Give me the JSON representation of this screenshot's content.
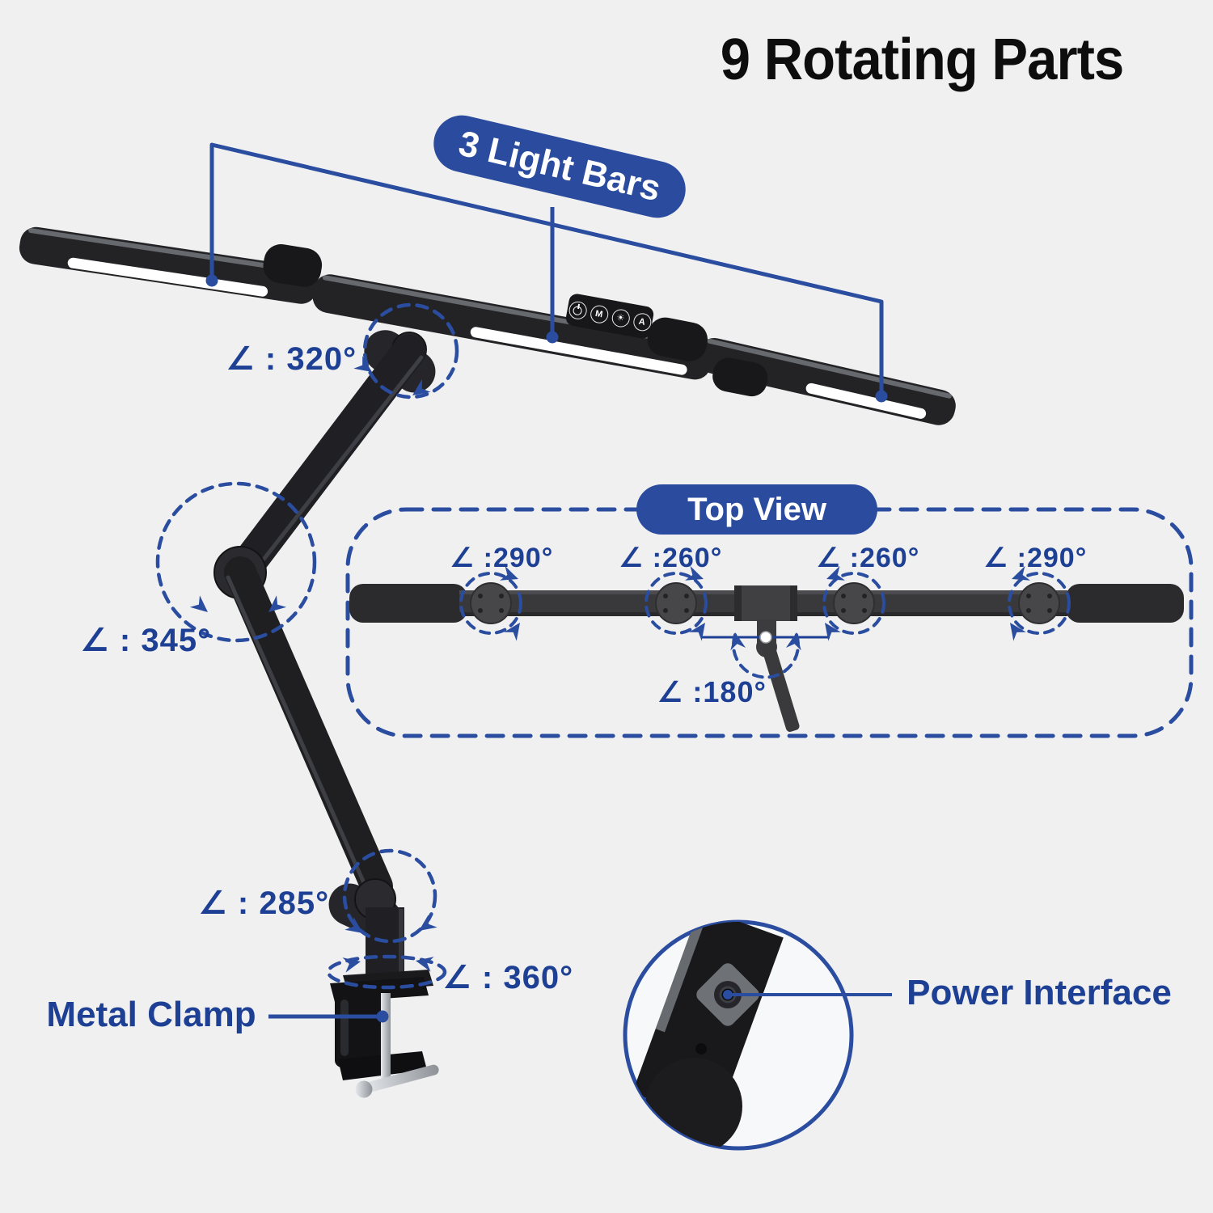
{
  "colors": {
    "background": "#f0f0f1",
    "accent_blue": "#2a4da0",
    "label_blue": "#1e4094",
    "pill_blue": "#2b4c9e",
    "pill_text": "#ffffff",
    "title_black": "#0d0d0d",
    "led_white": "#ffffff"
  },
  "title": "9 Rotating Parts",
  "main_view": {
    "light_bars_callout": "3 Light Bars",
    "head_angle": "∠ : 320°",
    "elbow_angle": "∠ : 345°",
    "lower_angle": "∠ : 285°",
    "base_angle": "∠ : 360°",
    "metal_clamp_label": "Metal Clamp",
    "power_interface_label": "Power Interface",
    "control_panel": {
      "mode_label": "M",
      "brightness_glyph": "☀",
      "auto_label": "A"
    }
  },
  "top_view": {
    "callout": "Top View",
    "joint_angles": [
      {
        "label": "∠ :290°"
      },
      {
        "label": "∠ :260°"
      },
      {
        "label": "∠ :260°"
      },
      {
        "label": "∠ :290°"
      }
    ],
    "base_rotation": "∠ :180°"
  }
}
